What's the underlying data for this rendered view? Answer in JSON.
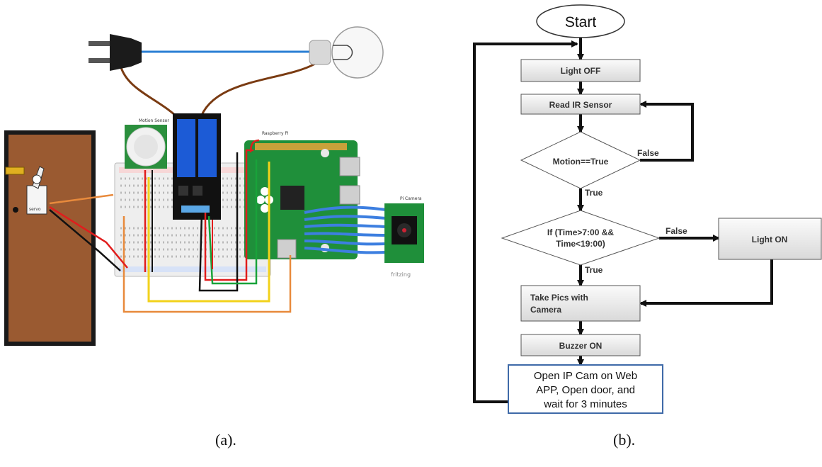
{
  "panel_a": {
    "caption": "(a).",
    "labels": {
      "motion_sensor": "Motion Sensor",
      "raspberry_pi": "Raspberry Pi",
      "pi_camera": "Pi Camera",
      "fritzing": "fritzing"
    },
    "colors": {
      "door": "#9a5a31",
      "pcb_green": "#1f8f3a",
      "relay_blue": "#1c5bd6",
      "wire_blue": "#2a7fd4",
      "wire_brown": "#7a3b12",
      "wire_orange": "#e88a3c",
      "wire_yellow": "#f2d21b",
      "wire_red": "#e11d1d",
      "wire_green": "#19a33a",
      "ribbon": "#3d7fe0"
    }
  },
  "panel_b": {
    "caption": "(b).",
    "start": "Start",
    "light_off": "Light OFF",
    "read_ir": "Read IR Sensor",
    "motion": "Motion==True",
    "time_line1": "If (Time>7:00 &&",
    "time_line2": "Time<19:00)",
    "light_on": "Light ON",
    "take_pics_line1": "Take Pics with",
    "take_pics_line2": "Camera",
    "buzzer": "Buzzer ON",
    "final_line1": "Open  IP Cam on Web",
    "final_line2": "APP,  Open door, and",
    "final_line3": "wait for 3 minutes",
    "true_label": "True",
    "false_label": "False"
  }
}
